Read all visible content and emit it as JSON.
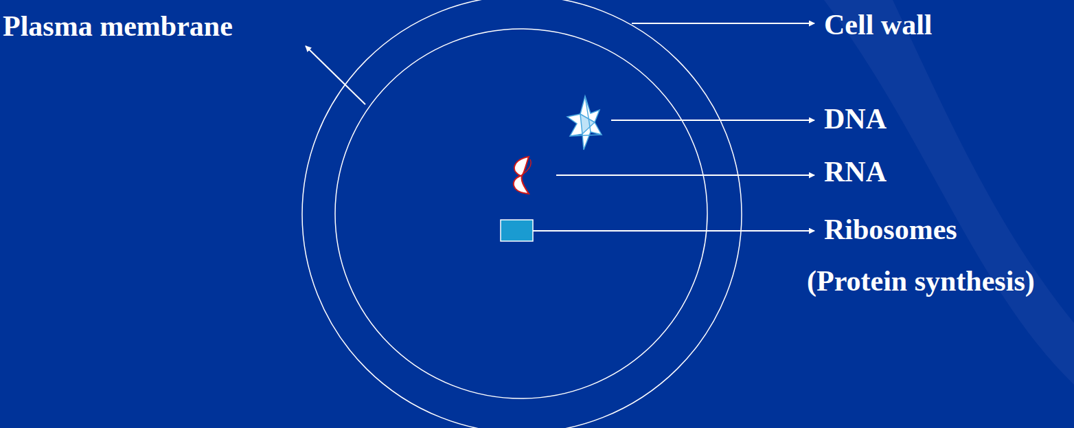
{
  "diagram": {
    "labels": [
      "Plasma membrane",
      "Cell wall",
      "DNA",
      "RNA",
      "Ribosomes",
      "(Protein synthesis)"
    ]
  }
}
